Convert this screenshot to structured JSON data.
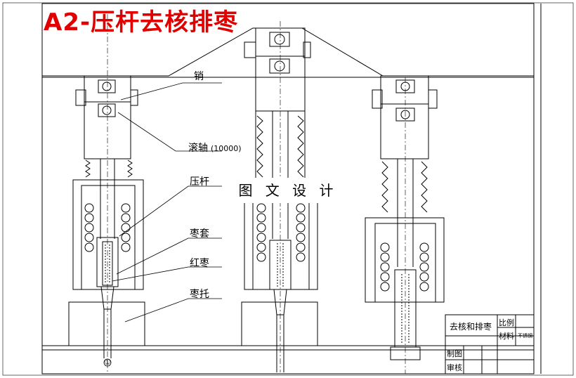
{
  "title": "A2-压杆去核排枣",
  "watermark": "图 文 设 计",
  "labels": {
    "pin": "销",
    "roller": "滚轴",
    "roller_qty": "(10000)",
    "press_rod": "压杆",
    "sleeve": "枣套",
    "red_date": "红枣",
    "date_holder": "枣托",
    "marker": "①"
  },
  "title_block": {
    "name": "去核和排枣",
    "scale": "比例",
    "material": "材料",
    "material_value": "不锈钢",
    "drawn": "制图",
    "checked": "审核"
  },
  "colors": {
    "title": "#e00000",
    "line": "#000000"
  }
}
